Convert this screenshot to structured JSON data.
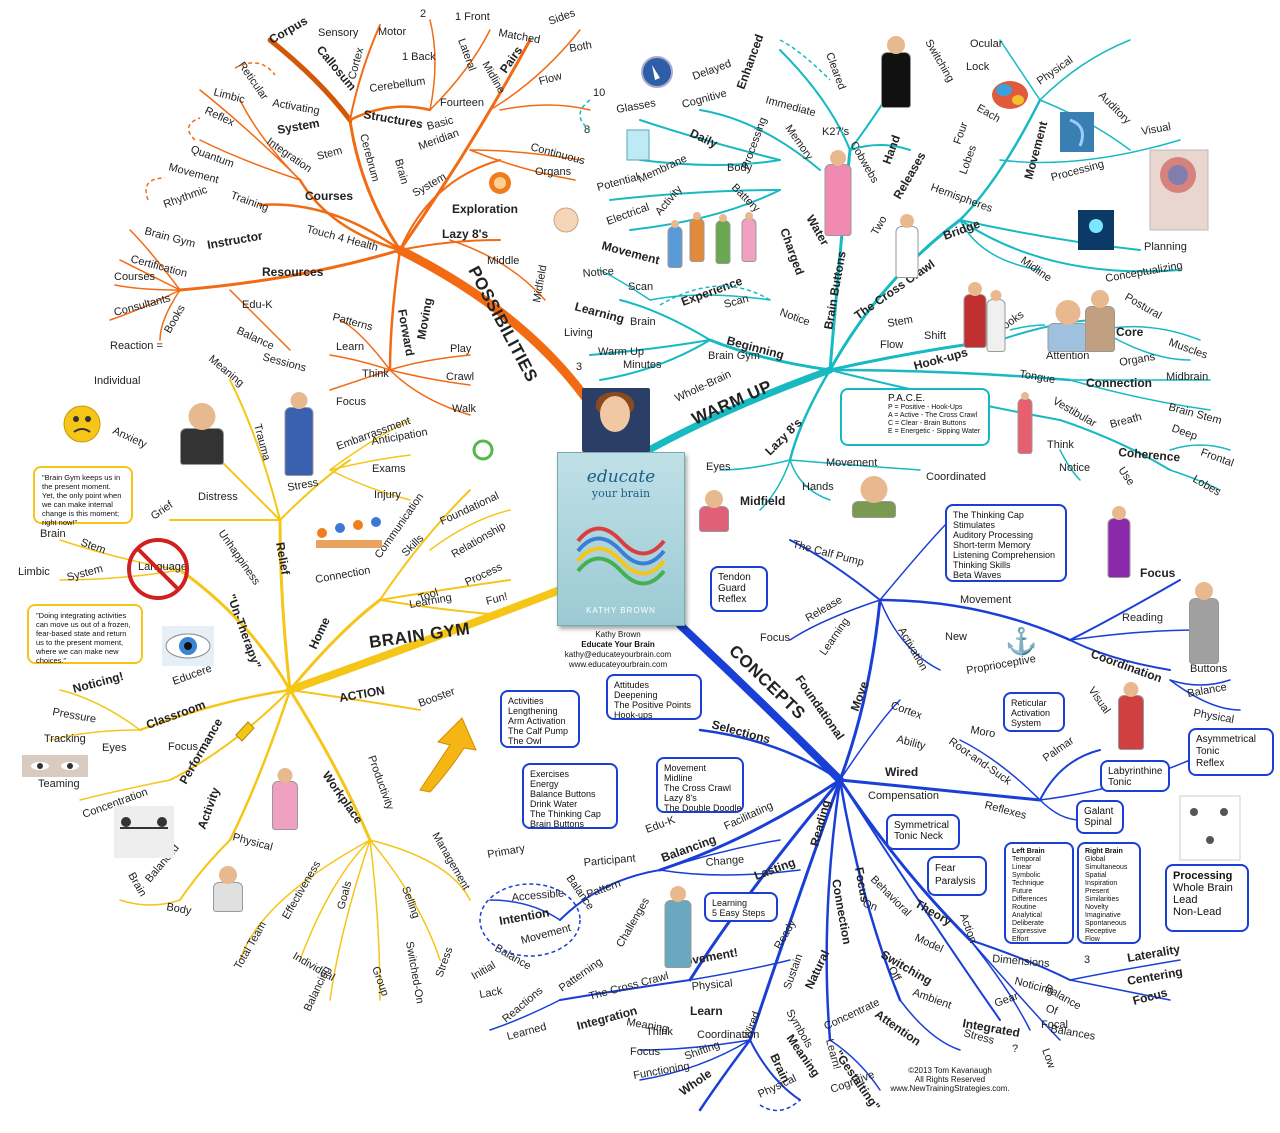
{
  "center": {
    "book_title_line1": "educate",
    "book_title_line2": "your brain",
    "book_author": "KATHY BROWN",
    "credit_name": "Kathy Brown",
    "credit_title": "Educate Your Brain",
    "credit_email": "kathy@educateyourbrain.com",
    "credit_web": "www.educateyourbrain.com"
  },
  "copyright": {
    "line1": "©2013 Tom Kavanaugh",
    "line2": "All Rights Reserved",
    "line3": "www.NewTrainingStrategies.com."
  },
  "main_branches": {
    "possibilities": "POSSIBILITIES",
    "warm_up": "WARM UP",
    "brain_gym": "BRAIN GYM",
    "concepts": "CONCEPTS"
  },
  "colors": {
    "possibilities": "#f26a12",
    "warm_up": "#17b9c2",
    "brain_gym": "#f5c518",
    "concepts": "#1a3fd6"
  },
  "labels": {
    "possibilities": [
      "Corpus",
      "Callosum",
      "Sensory",
      "Motor",
      "Cortex",
      "2",
      "1 Front",
      "Lateral",
      "1 Back",
      "Matched",
      "Sides",
      "Pairs",
      "Both",
      "Midline",
      "Cerebellum",
      "Flow",
      "Fourteen",
      "Structures",
      "Reticular",
      "Limbic",
      "Activating",
      "System",
      "Reflex",
      "Basic",
      "Continuous",
      "Organs",
      "Meridian",
      "Cerebrum",
      "Stem",
      "Integration",
      "Quantum",
      "Brain",
      "System",
      "Movement",
      "Rhythmic",
      "Training",
      "Courses",
      "Exploration",
      "Touch 4 Health",
      "Lazy 8's",
      "Brain Gym",
      "Instructor",
      "Certification",
      "Middle",
      "Midfield",
      "Resources",
      "Courses",
      "Edu-K",
      "Consultants",
      "Forward",
      "Moving",
      "Books",
      "Balance",
      "Sessions",
      "Patterns",
      "Learn",
      "Play",
      "Think",
      "Crawl",
      "Focus",
      "Walk"
    ],
    "warm_up": [
      "10",
      "Enhanced",
      "Cleared",
      "Switching",
      "Ocular",
      "Delayed",
      "Glasses",
      "Cognitive",
      "Immediate",
      "Lock",
      "8",
      "Memory",
      "Physical",
      "Auditory",
      "Daily",
      "Processing",
      "K27's",
      "Cobwebs",
      "Each",
      "Hand",
      "Visual",
      "Body",
      "Movement",
      "Membrane",
      "Battery",
      "Four",
      "Potential",
      "Lobes",
      "Processing",
      "Activity",
      "Releases",
      "Hemispheres",
      "Electrical",
      "Charged",
      "Water",
      "Two",
      "Bridge",
      "Planning",
      "Movement",
      "Midline",
      "Conceptualizing",
      "Notice",
      "Scan",
      "Experience",
      "Brain Buttons",
      "The Cross Crawl",
      "Postural",
      "Learning",
      "Scan",
      "Notice",
      "Brain",
      "Stem",
      "Shift",
      "Cooks",
      "Core",
      "Muscles",
      "Living",
      "Beginning",
      "Flow",
      "Warm Up",
      "Hook-ups",
      "Attention",
      "Organs",
      "Brain Gym",
      "3",
      "Minutes",
      "Tongue",
      "Connection",
      "Midbrain",
      "Whole-Brain",
      "Vestibular",
      "Brain Stem",
      "Breath",
      "Deep",
      "Lazy 8's",
      "Think",
      "Coherence",
      "Frontal",
      "Eyes",
      "Movement",
      "Coordinated",
      "Notice",
      "Use",
      "Lobes",
      "Hands",
      "Midfield"
    ],
    "brain_gym": [
      "Reaction =",
      "Meaning",
      "Individual",
      "Trauma",
      "Embarrassment",
      "Anxiety",
      "Anticipation",
      "Exams",
      "Distress",
      "Stress",
      "Injury",
      "Grief",
      "Unhappiness",
      "Relief",
      "Communication",
      "Foundational",
      "Brain",
      "Stem",
      "Skills",
      "Relationship",
      "Limbic",
      "System",
      "Language",
      "Connection",
      "Tool",
      "Process",
      "\"Un-Therapy\"",
      "Learning",
      "Fun!",
      "Home",
      "Noticing!",
      "Educere",
      "Classroom",
      "ACTION",
      "Booster",
      "Pressure",
      "Tracking",
      "Eyes",
      "Focus",
      "Productivity",
      "Teaming",
      "Performance",
      "Concentration",
      "Workplace",
      "Activity",
      "Physical",
      "Management",
      "Balanced",
      "Effectiveness",
      "Selling",
      "Goals",
      "Brain",
      "Body",
      "Total Team",
      "Individual",
      "Switched-On",
      "Stress",
      "Balancing",
      "Group"
    ],
    "concepts": [
      "The Calf Pump",
      "Focus",
      "Release",
      "Movement",
      "Reading",
      "Learning",
      "Focus",
      "New",
      "Proprioceptive",
      "Activation",
      "Coordination",
      "Buttons",
      "Foundational",
      "Move",
      "Cortex",
      "Visual",
      "Balance",
      "Physical",
      "Selections",
      "Moro",
      "Ability",
      "Root-and-Suck",
      "Palmar",
      "Wired",
      "Compensation",
      "Reflexes",
      "Edu-K",
      "Reading",
      "Primary",
      "Participant",
      "Balancing",
      "Facilitating",
      "Change",
      "Balance",
      "Pattern",
      "Lasting",
      "Accessible",
      "Intention",
      "Movement",
      "Balance",
      "Focus",
      "Behavioral",
      "On",
      "Theory",
      "Action",
      "Challenges",
      "Model",
      "Connection",
      "Ready",
      "Switching",
      "Dimensions",
      "3",
      "Laterality",
      "Centering",
      "Initial",
      "Lack",
      "Patterning",
      "Sustain",
      "Natural",
      "Off",
      "Noticing",
      "Balance",
      "Focus",
      "Movement!",
      "Reactions",
      "The Cross Crawl",
      "Physical",
      "Symbols",
      "Ambient",
      "Gear",
      "Of",
      "Learned",
      "Integration",
      "Concentrate",
      "Attention",
      "Integrated",
      "Balances",
      "Low",
      "Learn",
      "Wired",
      "Stress",
      "?",
      "Meaning",
      "Learn!",
      "Focal",
      "Think",
      "Coordination",
      "Meaning",
      "\"Gestalting\"",
      "Focus",
      "Shifting",
      "Functioning",
      "Whole",
      "Brain",
      "Physical",
      "Cognitive"
    ]
  },
  "boxes": {
    "pace": {
      "title": "P.A.C.E.",
      "lines": [
        "P = Positive - Hook-Ups",
        "A = Active - The Cross Crawl",
        "C = Clear - Brain Buttons",
        "E = Energetic - Sipping Water"
      ]
    },
    "thinking_cap": [
      "The Thinking Cap",
      "Stimulates",
      "Auditory Processing",
      "Short-term Memory",
      "Listening Comprehension",
      "Thinking Skills",
      "Beta Waves"
    ],
    "tendon": [
      "Tendon",
      "Guard",
      "Reflex"
    ],
    "activities1": [
      "Activities",
      "Lengthening",
      "Arm Activation",
      "The Calf Pump",
      "The Owl"
    ],
    "attitudes": [
      "Attitudes",
      "Deepening",
      "The Positive Points",
      "Hook-ups"
    ],
    "exercises": [
      "Exercises",
      "Energy",
      "Balance Buttons",
      "Drink Water",
      "The Thinking Cap",
      "Brain Buttons"
    ],
    "movement_list": [
      "Movement",
      "Midline",
      "The Cross Crawl",
      "Lazy 8's",
      "The Double Doodle"
    ],
    "reticular": [
      "Reticular",
      "Activation",
      "System"
    ],
    "atnr": [
      "Asymmetrical",
      "Tonic",
      "Reflex"
    ],
    "labyrinthine": [
      "Labyrinthine",
      "Tonic"
    ],
    "galant": [
      "Galant",
      "Spinal"
    ],
    "stnr": [
      "Symmetrical",
      "Tonic Neck"
    ],
    "fear": [
      "Fear",
      "Paralysis"
    ],
    "learning5": [
      "Learning",
      "5 Easy Steps"
    ],
    "left_brain": {
      "head": "Left Brain",
      "lines": [
        "Temporal",
        "Linear",
        "Symbolic",
        "Technique",
        "Future",
        "Differences",
        "Routine",
        "Analytical",
        "Deliberate",
        "Expressive",
        "Effort"
      ]
    },
    "right_brain": {
      "head": "Right Brain",
      "lines": [
        "Global",
        "Simultaneous",
        "Spatial",
        "Inspiration",
        "Present",
        "Similarities",
        "Novelty",
        "Imaginative",
        "Spontaneous",
        "Receptive",
        "Flow"
      ]
    },
    "processing": {
      "head": "Processing",
      "lines": [
        "Whole Brain",
        "Lead",
        "Non-Lead"
      ]
    },
    "quote1": "\"Brain Gym keeps us in the present moment. Yet, the only point when we can make internal change is this moment; right now!\"",
    "quote2": "\"Doing integrating activities can move us out of a frozen, fear-based state and return us to the present moment, where we can make new choices.\""
  }
}
